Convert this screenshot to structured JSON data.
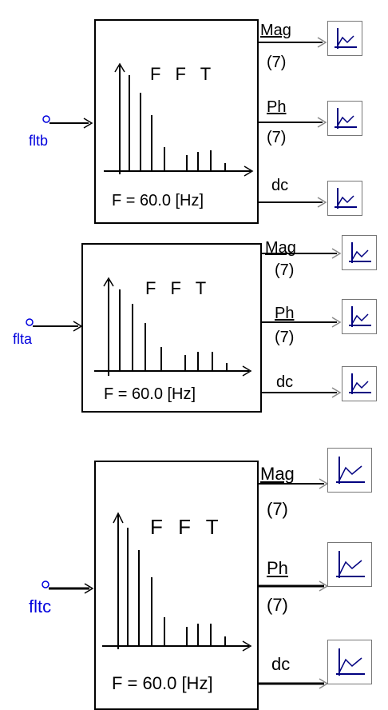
{
  "blocks": [
    {
      "title": "F F T",
      "freq": "F = 60.0 [Hz]",
      "input": "fltb",
      "outputs": [
        {
          "name": "Mag",
          "sub": "(7)"
        },
        {
          "name": "Ph",
          "sub": "(7)"
        },
        {
          "name": "dc",
          "sub": ""
        }
      ]
    },
    {
      "title": "F F T",
      "freq": "F = 60.0 [Hz]",
      "input": "flta",
      "outputs": [
        {
          "name": "Mag",
          "sub": "(7)"
        },
        {
          "name": "Ph",
          "sub": "(7)"
        },
        {
          "name": "dc",
          "sub": ""
        }
      ]
    },
    {
      "title": "F F T",
      "freq": "F = 60.0 [Hz]",
      "input": "fltc",
      "outputs": [
        {
          "name": "Mag",
          "sub": "(7)"
        },
        {
          "name": "Ph",
          "sub": "(7)"
        },
        {
          "name": "dc",
          "sub": ""
        }
      ]
    }
  ],
  "colors": {
    "signal": "#0000dd",
    "line": "#000000",
    "meter_border": "#777777",
    "meter_icon": "#000080"
  },
  "icons": {
    "meter": "scope-meter-icon",
    "input_node": "input-node-icon"
  }
}
